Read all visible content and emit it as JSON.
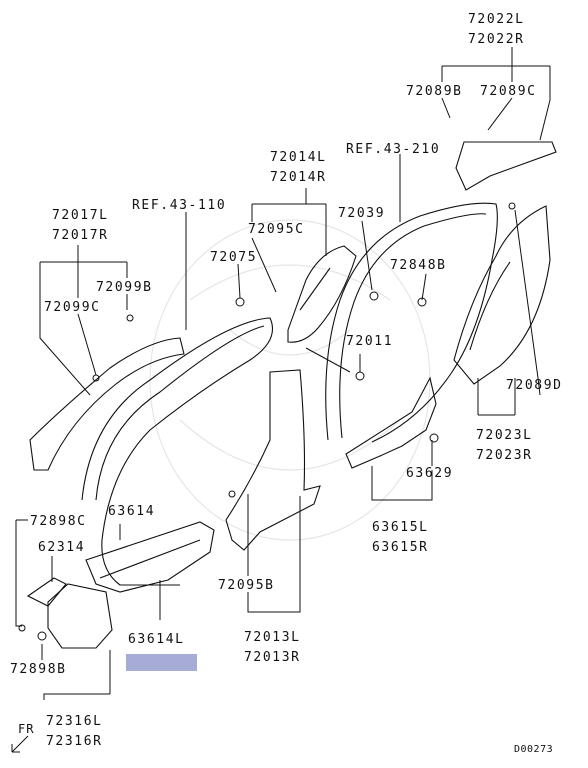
{
  "diagram_id": "D00273",
  "fr_label": "FR",
  "highlight_color": "#a7acd6",
  "labels": {
    "p72022": [
      "72022L",
      "72022R"
    ],
    "p72089B": "72089B",
    "p72089C": "72089C",
    "ref43_210": "REF.43-210",
    "p72014": [
      "72014L",
      "72014R"
    ],
    "p72017": [
      "72017L",
      "72017R"
    ],
    "ref43_110": "REF.43-110",
    "p72039": "72039",
    "p72095C": "72095C",
    "p72075": "72075",
    "p72848B": "72848B",
    "p72099B": "72099B",
    "p72099C": "72099C",
    "p72011": "72011",
    "p72089D": "72089D",
    "p72023": [
      "72023L",
      "72023R"
    ],
    "p63629": "63629",
    "p63615": [
      "63615L",
      "63615R"
    ],
    "p72898C": "72898C",
    "p63614": "63614",
    "p62314": "62314",
    "p72095B": "72095B",
    "p63614L": "63614L",
    "p72013": [
      "72013L",
      "72013R"
    ],
    "p72898B": "72898B",
    "p72316": [
      "72316L",
      "72316R"
    ]
  }
}
